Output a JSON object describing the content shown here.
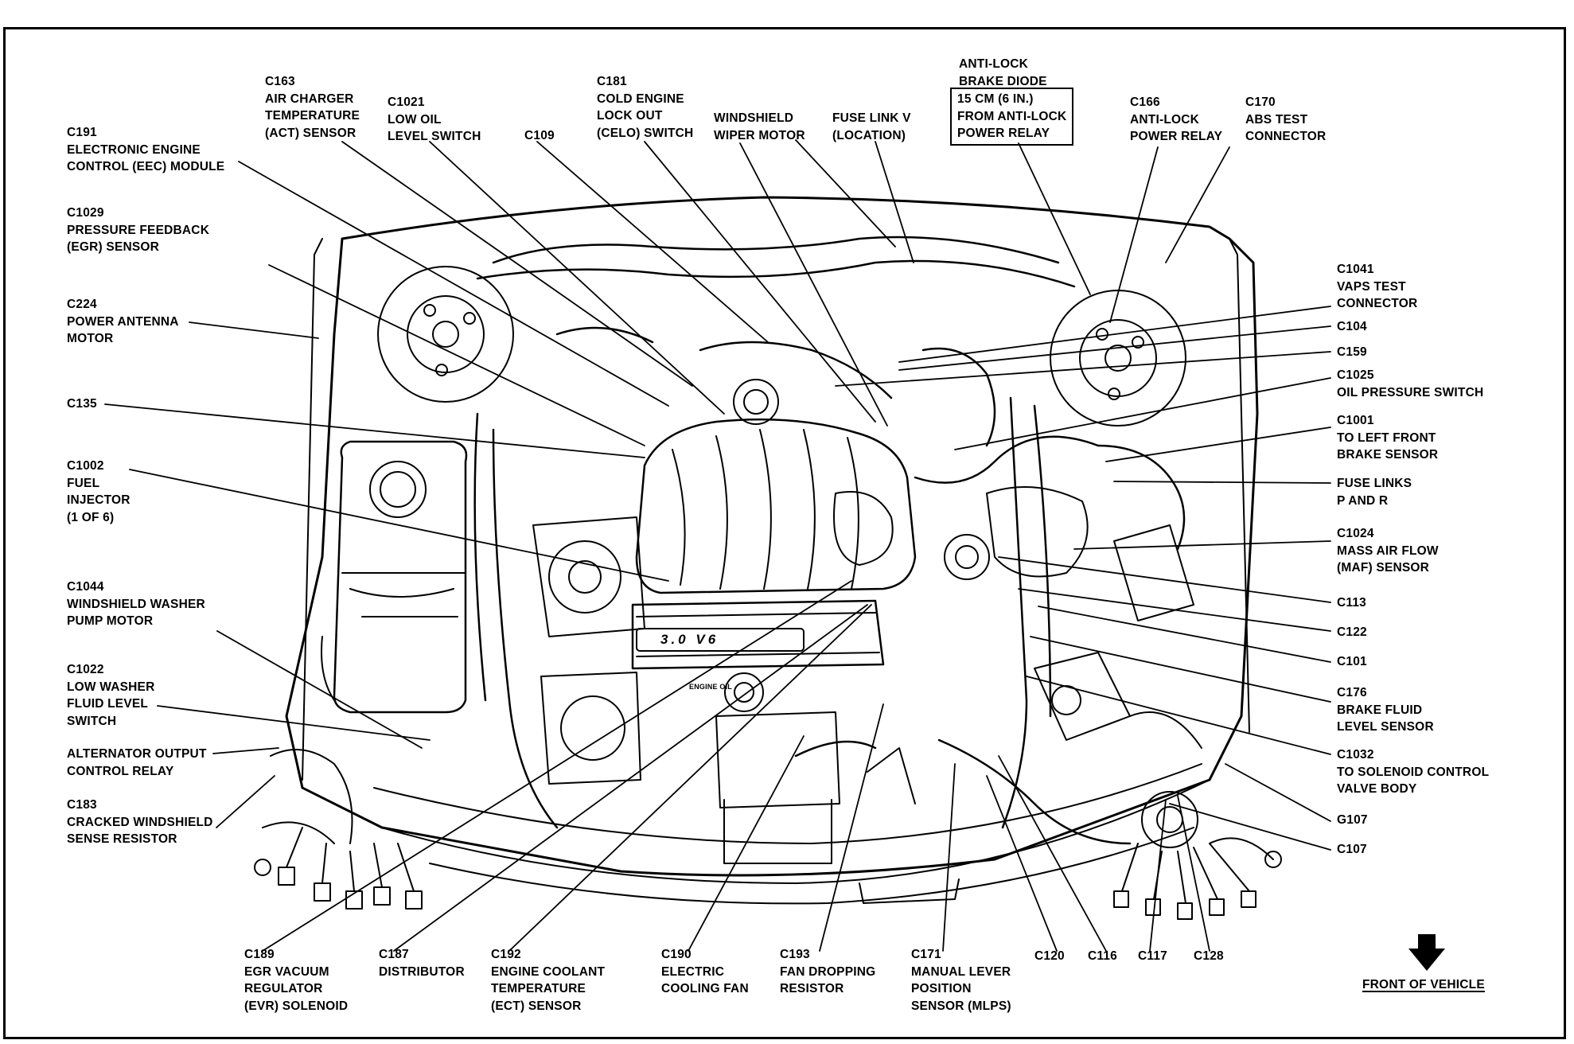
{
  "labels": {
    "c191": "C191\nELECTRONIC ENGINE\nCONTROL (EEC) MODULE",
    "c163": "C163\nAIR CHARGER\nTEMPERATURE\n(ACT) SENSOR",
    "c1021": "C1021\nLOW OIL\nLEVEL SWITCH",
    "c109": "C109",
    "c181": "C181\nCOLD ENGINE\nLOCK OUT\n(CELO) SWITCH",
    "wiper": "WINDSHIELD\nWIPER MOTOR",
    "fuse_v": "FUSE LINK V\n(LOCATION)",
    "abs_diode": "ANTI-LOCK\nBRAKE DIODE",
    "abs_diode_box": "15 CM (6 IN.)\nFROM ANTI-LOCK\nPOWER RELAY",
    "c166": "C166\nANTI-LOCK\nPOWER RELAY",
    "c170": "C170\nABS TEST\nCONNECTOR",
    "c1029": "C1029\nPRESSURE FEEDBACK\n(EGR) SENSOR",
    "c224": "C224\nPOWER ANTENNA\nMOTOR",
    "c135": "C135",
    "c1002": "C1002\nFUEL\nINJECTOR\n(1 OF 6)",
    "c1044": "C1044\nWINDSHIELD WASHER\nPUMP MOTOR",
    "c1022": "C1022\nLOW WASHER\nFLUID LEVEL\nSWITCH",
    "alt_relay": "ALTERNATOR OUTPUT\nCONTROL RELAY",
    "c183": "C183\nCRACKED WINDSHIELD\nSENSE RESISTOR",
    "c1041": "C1041\nVAPS TEST\nCONNECTOR",
    "c104": "C104",
    "c159": "C159",
    "c1025": "C1025\nOIL PRESSURE SWITCH",
    "c1001": "C1001\nTO LEFT FRONT\nBRAKE SENSOR",
    "fuse_pr": "FUSE LINKS\nP AND R",
    "c1024": "C1024\nMASS AIR FLOW\n(MAF) SENSOR",
    "c113": "C113",
    "c122": "C122",
    "c101": "C101",
    "c176": "C176\nBRAKE FLUID\nLEVEL SENSOR",
    "c1032": "C1032\nTO SOLENOID CONTROL\nVALVE BODY",
    "g107": "G107",
    "c107": "C107",
    "c189": "C189\nEGR VACUUM\nREGULATOR\n(EVR) SOLENOID",
    "c187": "C187\nDISTRIBUTOR",
    "c192": "C192\nENGINE COOLANT\nTEMPERATURE\n(ECT) SENSOR",
    "c190": "C190\nELECTRIC\nCOOLING FAN",
    "c193": "C193\nFAN DROPPING\nRESISTOR",
    "c171": "C171\nMANUAL LEVER\nPOSITION\nSENSOR (MLPS)",
    "c120": "C120",
    "c116": "C116",
    "c117": "C117",
    "c128": "C128",
    "front": "FRONT OF VEHICLE",
    "engine_badge": "3.0 V6",
    "oil_cap": "ENGINE OIL"
  },
  "icons": {
    "front_arrow": "down-arrow-icon"
  },
  "colors": {
    "ink": "#000000",
    "paper": "#ffffff"
  }
}
